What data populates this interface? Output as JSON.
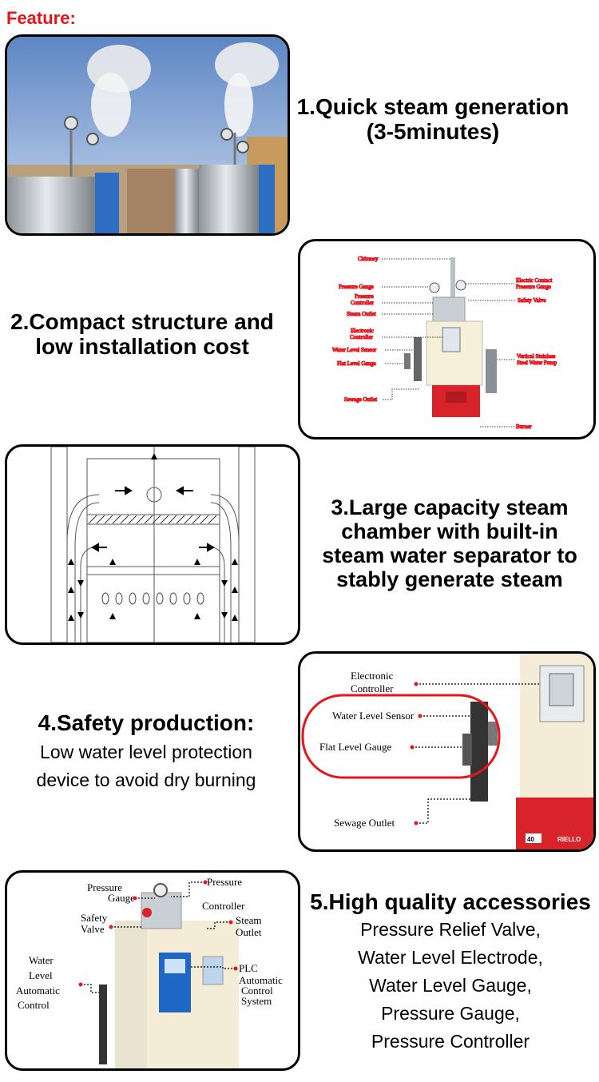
{
  "header": {
    "label": "Feature:"
  },
  "features": [
    {
      "title_lines": [
        "1.Quick steam generation",
        "(3-5minutes)"
      ]
    },
    {
      "title_lines": [
        "2.Compact structure and",
        "low installation cost"
      ],
      "diagram_labels": {
        "chimney": "Chimney",
        "pressure_gauge": "Pressure Gauge",
        "pressure_controller_1": "Pressure",
        "pressure_controller_2": "Controller",
        "steam_outlet": "Steam Outlet",
        "electronic_controller_1": "Electronic",
        "electronic_controller_2": "Controller",
        "water_level_sensor": "Water Level Sensor",
        "flat_level_gauge": "Flat Level Gauge",
        "sewage_outlet": "Sewage Outlet",
        "electric_contact_1": "Electric Contact",
        "electric_contact_2": "Pressure Gauge",
        "safety_valve": "Safety Valve",
        "pump_1": "Vertical Stainless",
        "pump_2": "Steel Water Pump",
        "burner": "Burner"
      }
    },
    {
      "title_lines": [
        "3.Large capacity steam",
        "chamber with built-in",
        "steam water separator to",
        "stably generate steam"
      ]
    },
    {
      "title": "4.Safety production:",
      "body_lines": [
        "Low water level protection",
        "device to avoid dry burning"
      ],
      "diagram_labels": {
        "electronic_controller_1": "Electronic",
        "electronic_controller_2": "Controller",
        "water_level_sensor": "Water Level Sensor",
        "flat_level_gauge": "Flat Level Gauge",
        "sewage_outlet": "Sewage Outlet",
        "burner_badge_num": "40",
        "burner_badge_brand": "RIELLO"
      }
    },
    {
      "title": "5.High quality accessories",
      "body_lines": [
        "Pressure Relief Valve,",
        "Water Level Electrode,",
        "Water Level Gauge,",
        "Pressure Gauge,",
        "Pressure Controller"
      ],
      "diagram_labels": {
        "pressure_gauge": "Pressure",
        "pressure_gauge_2": "Gauge",
        "pressure_controller_1": "Pressure",
        "pressure_controller_2": "Controller",
        "safety_valve_1": "Safety",
        "safety_valve_2": "Valve",
        "steam_outlet_1": "Steam",
        "steam_outlet_2": "Outlet",
        "water_1": "Water",
        "water_2": "Level",
        "water_3": "Automatic",
        "water_4": "Control",
        "plc_1": "PLC",
        "plc_2": "Automatic",
        "plc_3": "Control",
        "plc_4": "System"
      }
    }
  ],
  "colors": {
    "accent_red": "#e8141c",
    "frame": "#000000"
  }
}
